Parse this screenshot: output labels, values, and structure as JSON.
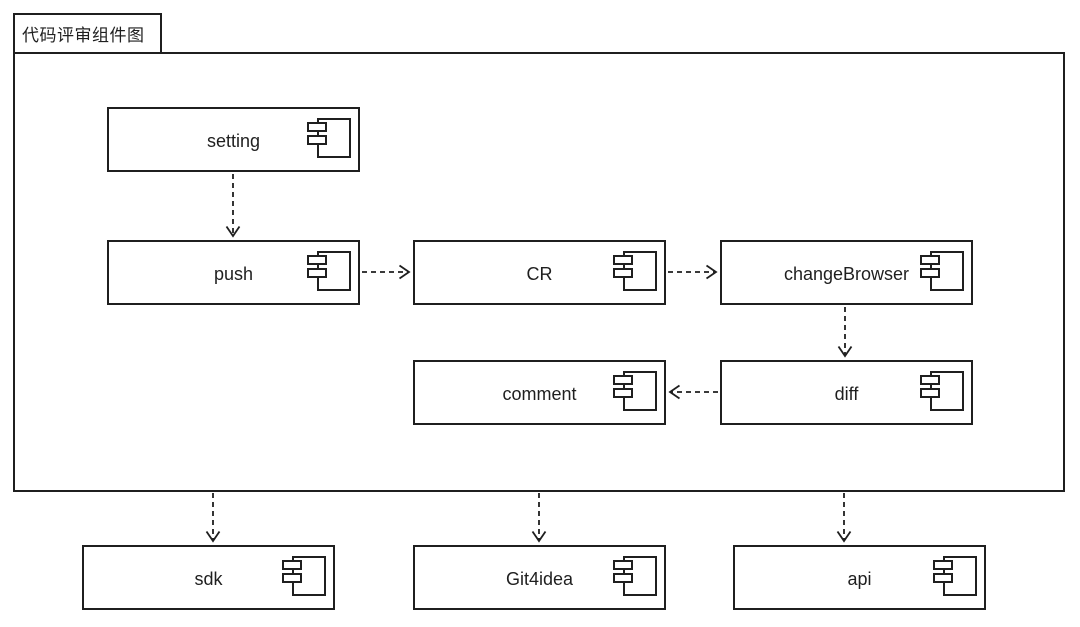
{
  "diagram": {
    "type": "uml-component-diagram",
    "title": "代码评审组件图",
    "colors": {
      "line": "#1f1f1f",
      "background": "#ffffff"
    },
    "components": {
      "setting": {
        "label": "setting"
      },
      "push": {
        "label": "push"
      },
      "cr": {
        "label": "CR"
      },
      "changeBrowser": {
        "label": "changeBrowser"
      },
      "comment": {
        "label": "comment"
      },
      "diff": {
        "label": "diff"
      },
      "sdk": {
        "label": "sdk"
      },
      "git4idea": {
        "label": "Git4idea"
      },
      "api": {
        "label": "api"
      }
    },
    "connections": [
      {
        "from": "setting",
        "to": "push",
        "style": "dashed",
        "arrowhead": "open"
      },
      {
        "from": "push",
        "to": "CR",
        "style": "dashed",
        "arrowhead": "open"
      },
      {
        "from": "CR",
        "to": "changeBrowser",
        "style": "dashed",
        "arrowhead": "open"
      },
      {
        "from": "changeBrowser",
        "to": "diff",
        "style": "dashed",
        "arrowhead": "open"
      },
      {
        "from": "diff",
        "to": "comment",
        "style": "dashed",
        "arrowhead": "open"
      },
      {
        "from": "frame",
        "to": "sdk",
        "style": "dashed",
        "arrowhead": "open"
      },
      {
        "from": "frame",
        "to": "Git4idea",
        "style": "dashed",
        "arrowhead": "open"
      },
      {
        "from": "frame",
        "to": "api",
        "style": "dashed",
        "arrowhead": "open"
      }
    ]
  }
}
